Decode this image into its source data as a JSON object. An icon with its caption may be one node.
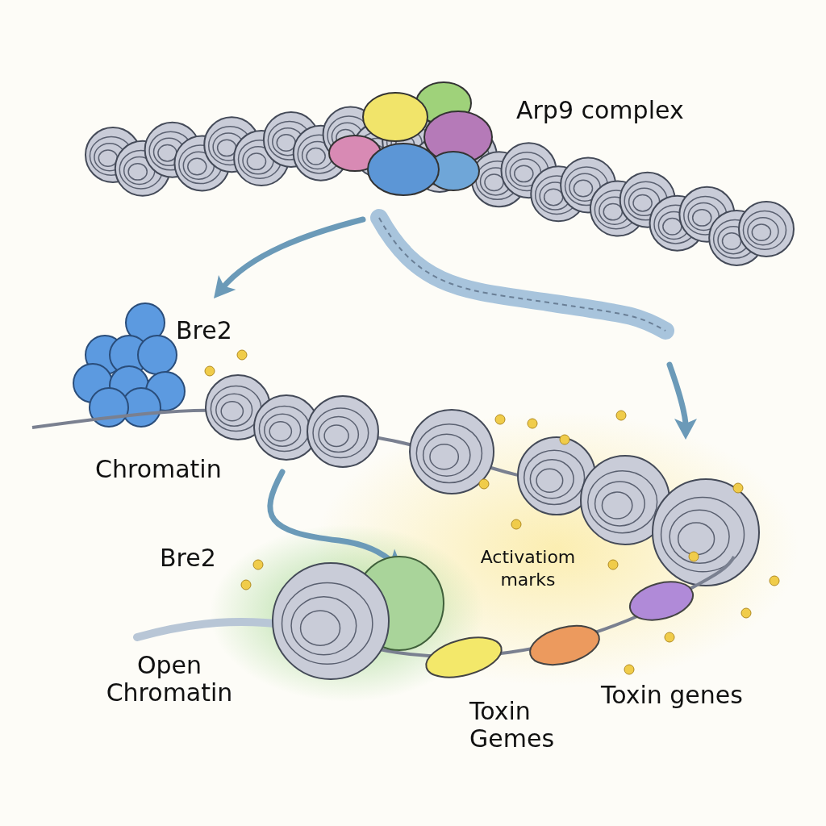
{
  "diagram": {
    "labels": [
      "Arp9 complex",
      "Bre2",
      "Chromatin",
      "Bre2",
      "Activatiom marks",
      "Open Chromatin",
      "Toxin genes",
      "Toxin Gemes"
    ]
  }
}
